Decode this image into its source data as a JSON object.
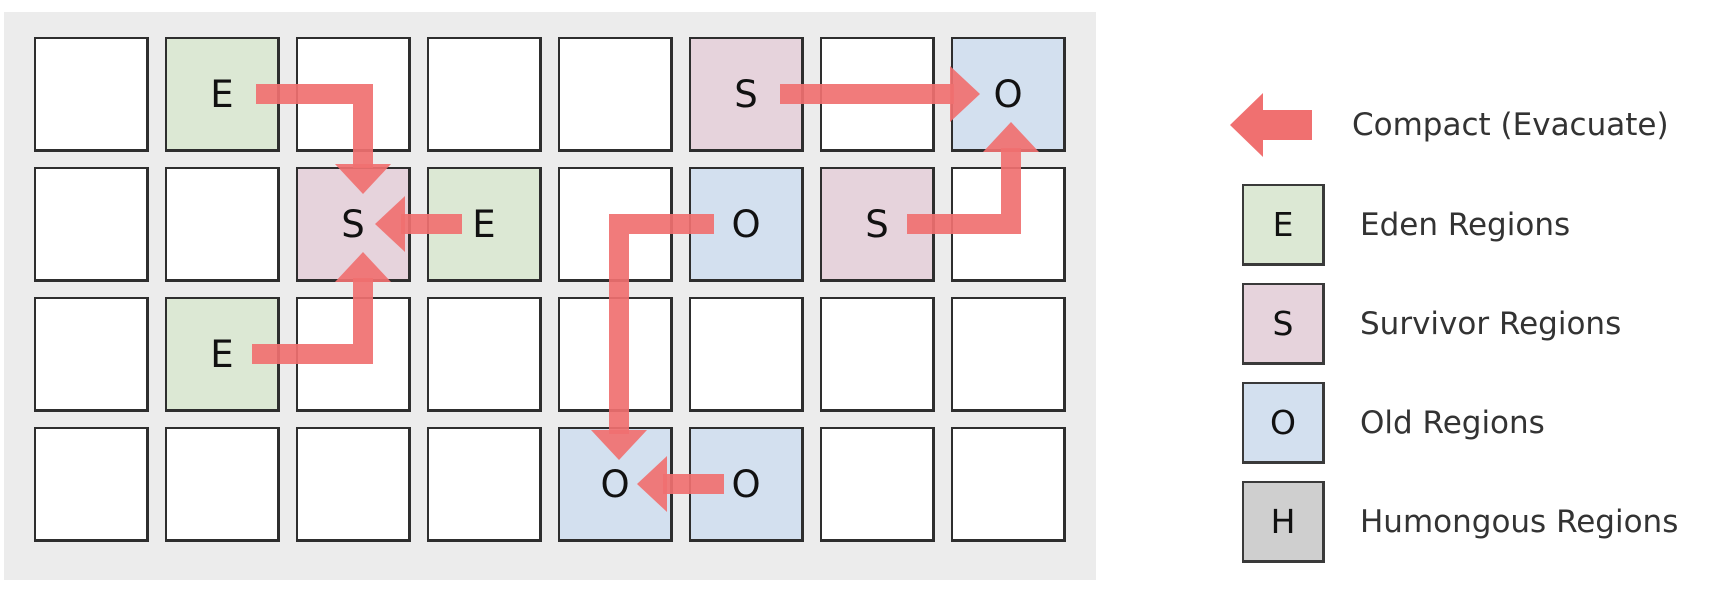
{
  "grid": {
    "rows": 4,
    "cols": 8,
    "cells": [
      [
        "",
        "E",
        "",
        "",
        "",
        "S",
        "",
        "O"
      ],
      [
        "",
        "",
        "S",
        "E",
        "",
        "O",
        "S",
        ""
      ],
      [
        "",
        "E",
        "",
        "",
        "",
        "",
        "",
        ""
      ],
      [
        "",
        "",
        "",
        "",
        "O",
        "O",
        "",
        ""
      ]
    ]
  },
  "colors": {
    "eden": "#dce8d4",
    "survivor": "#e6d3dc",
    "old": "#d3e0ef",
    "humongous": "#cfcfcf",
    "arrow": "#f07070",
    "panel": "#ececec"
  },
  "evacuations": [
    {
      "from": [
        0,
        1
      ],
      "to": [
        1,
        2
      ]
    },
    {
      "from": [
        1,
        3
      ],
      "to": [
        1,
        2
      ]
    },
    {
      "from": [
        2,
        1
      ],
      "to": [
        1,
        2
      ]
    },
    {
      "from": [
        0,
        5
      ],
      "to": [
        0,
        7
      ]
    },
    {
      "from": [
        1,
        6
      ],
      "to": [
        0,
        7
      ]
    },
    {
      "from": [
        1,
        5
      ],
      "to": [
        3,
        4
      ]
    },
    {
      "from": [
        3,
        5
      ],
      "to": [
        3,
        4
      ]
    }
  ],
  "legend": {
    "compact_label": "Compact (Evacuate)",
    "compact_icon": "left-arrow-icon",
    "items": [
      {
        "letter": "E",
        "label": "Eden Regions",
        "type": "E"
      },
      {
        "letter": "S",
        "label": "Survivor Regions",
        "type": "S"
      },
      {
        "letter": "O",
        "label": "Old Regions",
        "type": "O"
      },
      {
        "letter": "H",
        "label": "Humongous Regions",
        "type": "H"
      }
    ]
  }
}
